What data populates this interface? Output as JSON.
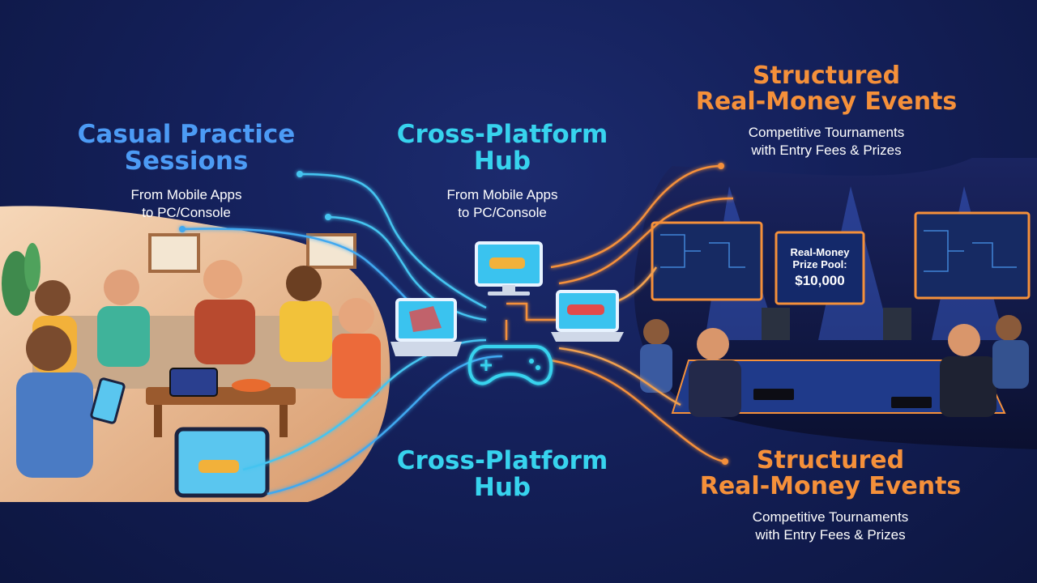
{
  "left": {
    "title_line1": "Casual Practice",
    "title_line2": "Sessions",
    "sub_line1": "From Mobile Apps",
    "sub_line2": "to PC/Console"
  },
  "center_top": {
    "title_line1": "Cross-Platform",
    "title_line2": "Hub",
    "sub_line1": "From Mobile Apps",
    "sub_line2": "to PC/Console"
  },
  "center_bottom": {
    "title_line1": "Cross-Platform",
    "title_line2": "Hub"
  },
  "right_top": {
    "title_line1": "Structured",
    "title_line2": "Real-Money Events",
    "sub_line1": "Competitive Tournaments",
    "sub_line2": "with Entry Fees & Prizes"
  },
  "right_bottom": {
    "title_line1": "Structured",
    "title_line2": "Real-Money Events",
    "sub_line1": "Competitive Tournaments",
    "sub_line2": "with Entry Fees & Prizes"
  },
  "stage_screen": {
    "line1": "Real-Money",
    "line2": "Prize Pool:",
    "amount": "$10,000"
  },
  "colors": {
    "casual_blue": "#4c9bf5",
    "hub_cyan": "#37d3ee",
    "events_orange": "#f5903a",
    "background": "#14205a"
  },
  "icons": [
    "monitor-icon",
    "laptop-icon",
    "gamepad-icon",
    "tablet-icon"
  ]
}
